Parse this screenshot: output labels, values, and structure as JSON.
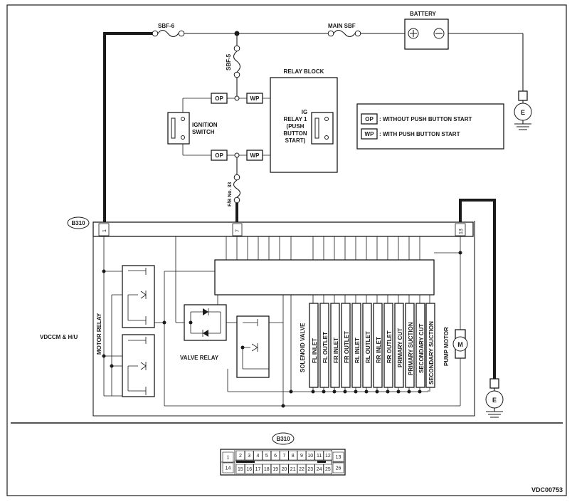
{
  "diagram": {
    "fuses": {
      "sbf6": "SBF-6",
      "main_sbf": "MAIN SBF",
      "sbf5": "SBF-5",
      "fb33": "F/B No. 33"
    },
    "battery": {
      "label": "BATTERY",
      "plus": "+",
      "minus": "−"
    },
    "relay_block": {
      "title": "RELAY BLOCK",
      "relay_lines": [
        "IG",
        "RELAY 1",
        "(PUSH",
        "BUTTON",
        "START)"
      ]
    },
    "ignition_switch": [
      "IGNITION",
      "SWITCH"
    ],
    "tags": {
      "op": "OP",
      "wp": "WP"
    },
    "legend": {
      "op_text": ": WITHOUT PUSH BUTTON START",
      "wp_text": ": WITH PUSH BUTTON START"
    },
    "ground": "E",
    "connector": {
      "name": "B310",
      "pin_1": "1",
      "pin_7": "7",
      "pin_13": "13"
    },
    "unit_label": "VDCCM & H/U",
    "motor_relay": "MOTOR RELAY",
    "valve_relay": "VALVE RELAY",
    "solenoid_valve": "SOLENOID VALVE",
    "valves": [
      "FL INLET",
      "FL OUTLET",
      "FR INLET",
      "FR OUTLET",
      "RL INLET",
      "RL OUTLET",
      "RR INLET",
      "RR OUTLET",
      "PRIMARY CUT",
      "PRIMARY SUCTION",
      "SECONDARY CUT",
      "SECONDARY SUCTION"
    ],
    "pump_motor": "PUMP MOTOR",
    "motor_symbol": "M",
    "connector_pins_top": [
      "1",
      "2",
      "3",
      "4",
      "5",
      "6",
      "7",
      "8",
      "9",
      "10",
      "11",
      "12",
      "13"
    ],
    "connector_pins_bottom": [
      "14",
      "15",
      "16",
      "17",
      "18",
      "19",
      "20",
      "21",
      "22",
      "23",
      "24",
      "25",
      "26"
    ],
    "code": "VDC00753"
  }
}
